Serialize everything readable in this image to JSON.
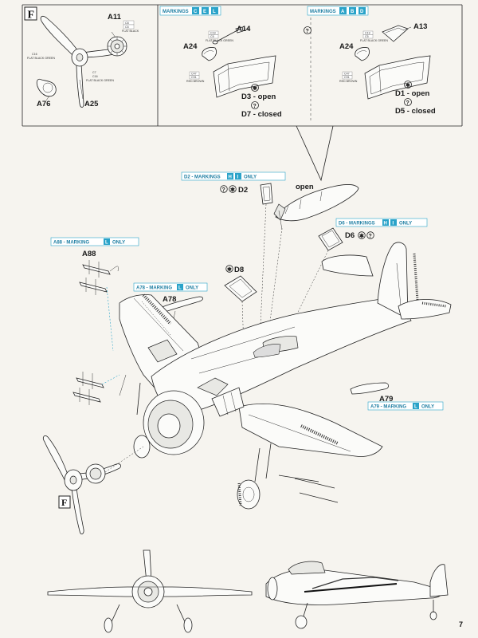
{
  "section_letter": "F",
  "page_number": "7",
  "colors": {
    "accent": "#2aa3c9",
    "line": "#222222",
    "paper": "#f6f4ef"
  },
  "inset_prop": {
    "labels": {
      "a11": "A11",
      "a76": "A76",
      "a25": "A25"
    },
    "codes": {
      "a11_top": "C8",
      "a11_bot": "C5",
      "a11_note": "FLAT BLACK",
      "prop_note1": "C16",
      "prop_note2": "FLAT BLACK GREEN",
      "hub_c1": "C7",
      "hub_c2": "C16",
      "hub_note": "FLAT BLACK GREEN"
    }
  },
  "inset_cel": {
    "header": "MARKINGS",
    "letters": [
      "C",
      "E",
      "L"
    ],
    "labels": {
      "a14": "A14",
      "a24": "A24",
      "d3": "D3 - open",
      "d7": "D7 - closed"
    },
    "codes": {
      "c1": "C19",
      "c2": "C5",
      "note1": "FLAT BLACK GREEN",
      "c3": "C47",
      "c4": "C91",
      "note2": "RED BROWN"
    }
  },
  "inset_abd": {
    "header": "MARKINGS",
    "letters": [
      "A",
      "B",
      "D"
    ],
    "labels": {
      "a13": "A13",
      "a24": "A24",
      "d1": "D1 - open",
      "d5": "D5 - closed"
    },
    "codes": {
      "c1": "C19",
      "c2": "C5",
      "note1": "FLAT BLACK GREEN",
      "c3": "C47",
      "c4": "C91",
      "note2": "RED BROWN"
    }
  },
  "main": {
    "d2_box": {
      "prefix": "D2 - MARKINGS",
      "letters": [
        "H",
        "I"
      ],
      "suffix": "ONLY"
    },
    "d2_label": "D2",
    "open_label": "open",
    "d6_box": {
      "prefix": "D6 - MARKINGS",
      "letters": [
        "H",
        "I"
      ],
      "suffix": "ONLY"
    },
    "d6_label": "D6",
    "a88_box": {
      "prefix": "A88 - MARKING",
      "letters": [
        "L"
      ],
      "suffix": "ONLY"
    },
    "a88_label": "A88",
    "a78_box": {
      "prefix": "A78 - MARKING",
      "letters": [
        "L"
      ],
      "suffix": "ONLY"
    },
    "a78_label": "A78",
    "d8_label": "D8",
    "a79_label": "A79",
    "a79_box": {
      "prefix": "A79 - MARKING",
      "letters": [
        "L"
      ],
      "suffix": "ONLY"
    },
    "f_label": "F"
  }
}
